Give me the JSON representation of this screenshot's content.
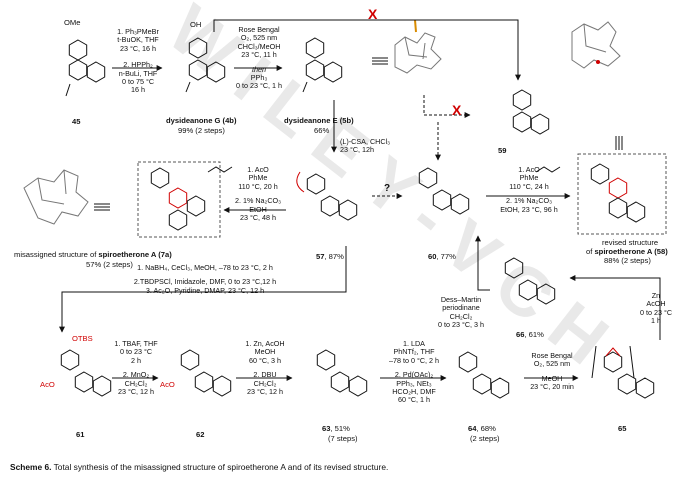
{
  "watermark": "WILEY-VCH",
  "compounds": {
    "c45": {
      "num": "45",
      "substituent": "OMe"
    },
    "c4b": {
      "name": "dysideanone G (",
      "num": "4b",
      "close": ")",
      "yield": "99% (2 steps)",
      "substituent": "OH"
    },
    "c5b": {
      "name": "dysideanone E (",
      "num": "5b",
      "close": ")",
      "yield": "66%"
    },
    "c59": {
      "num": "59"
    },
    "c7a": {
      "line1": "misassigned structure of ",
      "name": "spiroetherone A (",
      "num": "7a",
      "close": ")",
      "yield": "57% (2 steps)"
    },
    "c57": {
      "num": "57",
      "yield": ", 87%"
    },
    "c60": {
      "num": "60",
      "yield": ", 77%"
    },
    "c58": {
      "line1": "revised structure",
      "line2": "of ",
      "name": "spiroetherone A (",
      "num": "58",
      "close": ")",
      "yield": "88% (2 steps)"
    },
    "c66": {
      "num": "66",
      "yield": ", 61%"
    },
    "c61": {
      "num": "61",
      "group": "OTBS",
      "ac": "AcO"
    },
    "c62": {
      "num": "62",
      "ac": "AcO"
    },
    "c63": {
      "num": "63",
      "yield": ", 51%",
      "steps": "(7 steps)"
    },
    "c64": {
      "num": "64",
      "yield": ", 68%",
      "steps": "(2 steps)"
    },
    "c65": {
      "num": "65"
    }
  },
  "reactions": {
    "r1": [
      "1. Ph₃PMeBr",
      "t-BuOK, THF",
      "23 °C, 16 h",
      "2. HPPh₂",
      "n-BuLi, THF",
      "0 to 75 °C",
      "16 h"
    ],
    "r2": [
      "Rose Bengal",
      "O₂, 525 nm",
      "CHCl₃/MeOH",
      "23 °C, 11 h",
      "then",
      "PPh₃",
      "0 to 23 °C, 1 h"
    ],
    "r3": [
      "(L)-CSA, CHCl₃",
      "23 °C, 12h"
    ],
    "r4": [
      "1. AcO",
      "PhMe",
      "110 °C, 20 h",
      "2. 1% Na₂CO₃",
      "EtOH",
      "23 °C, 48 h"
    ],
    "r5": [
      "1. AcO",
      "PhMe",
      "110 °C, 24 h",
      "2. 1% Na₂CO₃",
      "EtOH, 23 °C, 96 h"
    ],
    "r6": [
      "1. NaBH₄, CeCl₃, MeOH, –78 to 23 °C, 2 h",
      "2.TBDPSCl, Imidazole, DMF, 0 to 23 °C,12 h",
      "3. Ac₂O, Pyridine, DMAP, 23 °C, 12 h"
    ],
    "r7": [
      "1. TBAF, THF",
      "0 to 23 °C",
      "2 h",
      "2. MnO₂",
      "CH₂Cl₂",
      "23 °C, 12 h"
    ],
    "r8": [
      "1. Zn, AcOH",
      "MeOH",
      "60 °C, 3 h",
      "2. DBU",
      "CH₂Cl₂",
      "23 °C, 12 h"
    ],
    "r9": [
      "1. LDA",
      "PhNTf₂, THF",
      "–78 to 0 °C, 2 h",
      "2. Pd(OAc)₂",
      "PPh₃, NEt₃",
      "HCO₂H, DMF",
      "60 °C, 1 h"
    ],
    "r10": [
      "Rose Bengal",
      "O₂, 525 nm",
      "MeOH",
      "23 °C, 20 min"
    ],
    "r11": [
      "Zn",
      "AcOH",
      "0 to 23 °C",
      "1 h"
    ],
    "r12": [
      "Dess–Martin",
      "periodinane",
      "CH₂Cl₂",
      "0 to 23 °C, 3 h"
    ]
  },
  "marks": {
    "cross": "X",
    "question": "?",
    "equiv": "≡"
  },
  "caption": {
    "bold": "Scheme 6.",
    "text": " Total synthesis of the misassigned structure of spiroetherone A and of its revised structure."
  }
}
